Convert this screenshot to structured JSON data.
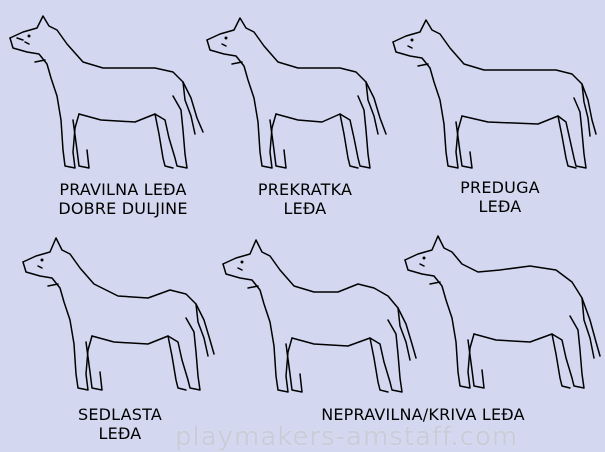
{
  "figures": [
    {
      "label_lines": [
        "PRAVILNA LEĐA",
        "DOBRE DULJINE"
      ],
      "back": "normal"
    },
    {
      "label_lines": [
        "PREKRATKA",
        "LEĐA"
      ],
      "back": "short"
    },
    {
      "label_lines": [
        "PREDUGA",
        "LEĐA"
      ],
      "back": "long"
    },
    {
      "label_lines": [
        "SEDLASTA",
        "LEĐA"
      ],
      "back": "sway"
    },
    {
      "label_lines": [
        "NEPRAVILNA/KRIVA LEĐA"
      ],
      "back": "crooked"
    },
    {
      "label_lines": [],
      "back": "roach"
    }
  ],
  "watermark": "playmakers-amstaff.com",
  "colors": {
    "background": "#d3d8f0",
    "line": "#000000",
    "watermark": "#c9cdd9"
  }
}
